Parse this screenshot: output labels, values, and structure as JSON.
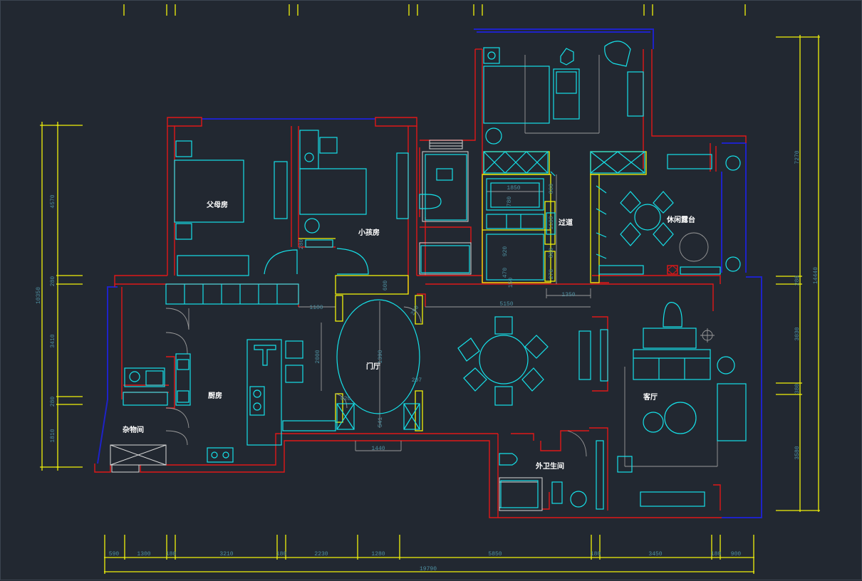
{
  "colors": {
    "background": "#222831",
    "wall": "#e01818",
    "window": "#1e22c8",
    "furniture": "#16e0e8",
    "dimension_line": "#f2f20a",
    "dimension_text": "#4e8fa0",
    "room_text": "#ffffff"
  },
  "rooms": {
    "parents_room": "父母房",
    "kids_room": "小孩房",
    "corridor": "过道",
    "leisure_terrace": "休闲露台",
    "entrance_hall": "门厅",
    "kitchen": "厨房",
    "living_room": "客厅",
    "storage_room": "杂物间",
    "guest_bathroom": "外卫生间"
  },
  "dimensions": {
    "bottom": [
      "590",
      "1300",
      "180",
      "3210",
      "180",
      "2230",
      "1280",
      "5850",
      "180",
      "3450",
      "180",
      "900"
    ],
    "bottom_total": "19790",
    "left": [
      "4570",
      "280",
      "3410",
      "280",
      "1810"
    ],
    "left_total": "10350",
    "right": [
      "7270",
      "280",
      "3030",
      "380",
      "3580"
    ],
    "right_total": "14440",
    "interior": {
      "d1100": "1100",
      "d600": "600",
      "d5150": "5150",
      "d2000": "2000",
      "d1850": "1850",
      "d780": "780",
      "d800a": "800",
      "d1100b": "1100",
      "d800b": "800",
      "d920": "920",
      "d470": "470",
      "d150": "150",
      "d270": "270",
      "d1350": "1350",
      "d1440": "1440",
      "d541": "541",
      "d620": "620",
      "d297": "297",
      "d290": "290",
      "d1390": "1390",
      "d280": "280"
    }
  },
  "icons": [
    "crosshair-icon"
  ]
}
